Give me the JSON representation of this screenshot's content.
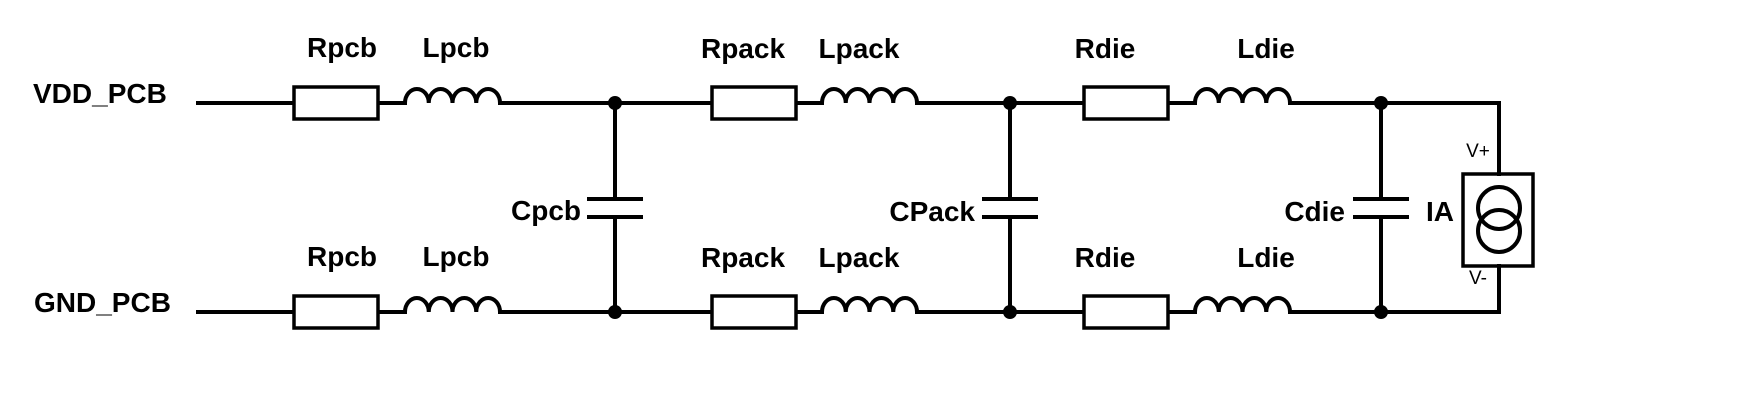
{
  "nets": {
    "vdd": "VDD_PCB",
    "gnd": "GND_PCB"
  },
  "top_rail": {
    "r1": "Rpcb",
    "l1": "Lpcb",
    "r2": "Rpack",
    "l2": "Lpack",
    "r3": "Rdie",
    "l3": "Ldie"
  },
  "bottom_rail": {
    "r1": "Rpcb",
    "l1": "Lpcb",
    "r2": "Rpack",
    "l2": "Lpack",
    "r3": "Rdie",
    "l3": "Ldie"
  },
  "capacitors": {
    "c1": "Cpcb",
    "c2": "CPack",
    "c3": "Cdie"
  },
  "source": {
    "name": "IA",
    "plus": "V+",
    "minus": "V-"
  }
}
